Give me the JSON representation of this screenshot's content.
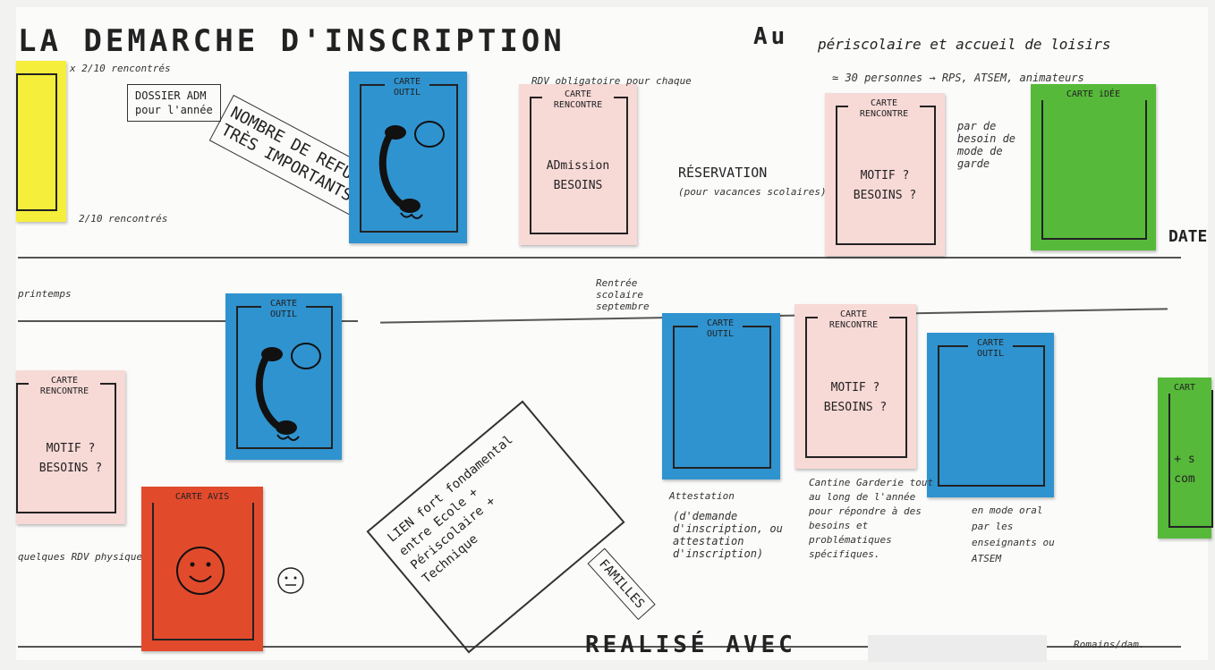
{
  "title": {
    "left": "LA DEMARCHE D'INSCRIPTION",
    "au": "Au",
    "script": "périscolaire et accueil de loisirs"
  },
  "bottom_title": "REALISÉ AVEC",
  "bottom_right": "Romains/dam.",
  "cards": {
    "yellow": {
      "head": "",
      "body": ""
    },
    "outil1": {
      "head": "CARTE OUTIL"
    },
    "rencontre1": {
      "head": "CARTE RENCONTRE",
      "body1": "ADmission",
      "body2": "BESOINS"
    },
    "rencontre2": {
      "head": "CARTE RENCONTRE",
      "body1": "MOTIF ?",
      "body2": "BESOINS ?"
    },
    "idee": {
      "head": "CARTE iDÉE"
    },
    "rencontre3": {
      "head": "CARTE RENCONTRE",
      "body1": "MOTIF ?",
      "body2": "BESOINS ?"
    },
    "outil2": {
      "head": "CARTE OUTIL"
    },
    "outil3": {
      "head": "CARTE OUTIL"
    },
    "rencontre4": {
      "head": "CARTE RENCONTRE",
      "body1": "MOTIF ?",
      "body2": "BESOINS ?"
    },
    "outil4": {
      "head": "CARTE OUTIL"
    },
    "avis": {
      "head": "CARTE AVIS"
    },
    "green2": {
      "head": "CART",
      "body1": "+ s",
      "body2": "com"
    }
  },
  "notes": {
    "dossier": "DOSSIER ADM\npour l'année",
    "refus": "NOMBRE DE REFUS TRÈS IMPORTANTS",
    "reservation": "RÉSERVATION",
    "reservation_sub": "(pour vacances scolaires)",
    "personnes": "≃ 30 personnes → RPS, ATSEM, animateurs",
    "besoin": "par de besoin de mode de garde",
    "rentree": "Rentrée scolaire septembre",
    "lien": "LIEN fort fondamental entre Ecole + Périscolaire + Technique",
    "familles": "FAMILLES",
    "attestation": "Attestation",
    "demande": "(d'demande d'inscription, ou attestation d'inscription)",
    "cantine": "Cantine Garderie tout au long de l'année pour répondre à des besoins et problématiques spécifiques.",
    "mode_oral": "en mode oral par les enseignants ou ATSEM",
    "printemps": "printemps",
    "rdv": "quelques RDV physique",
    "date": "DATE",
    "top_note": "RDV obligatoire pour chaque",
    "small1": "2/10 rencontrés",
    "small2": "x 2/10 rencontrés"
  },
  "colors": {
    "blue": "#2f93cf",
    "pink": "#f7d9d6",
    "green": "#57b93a",
    "yellow": "#f5ee3a",
    "red": "#e24a2c"
  }
}
